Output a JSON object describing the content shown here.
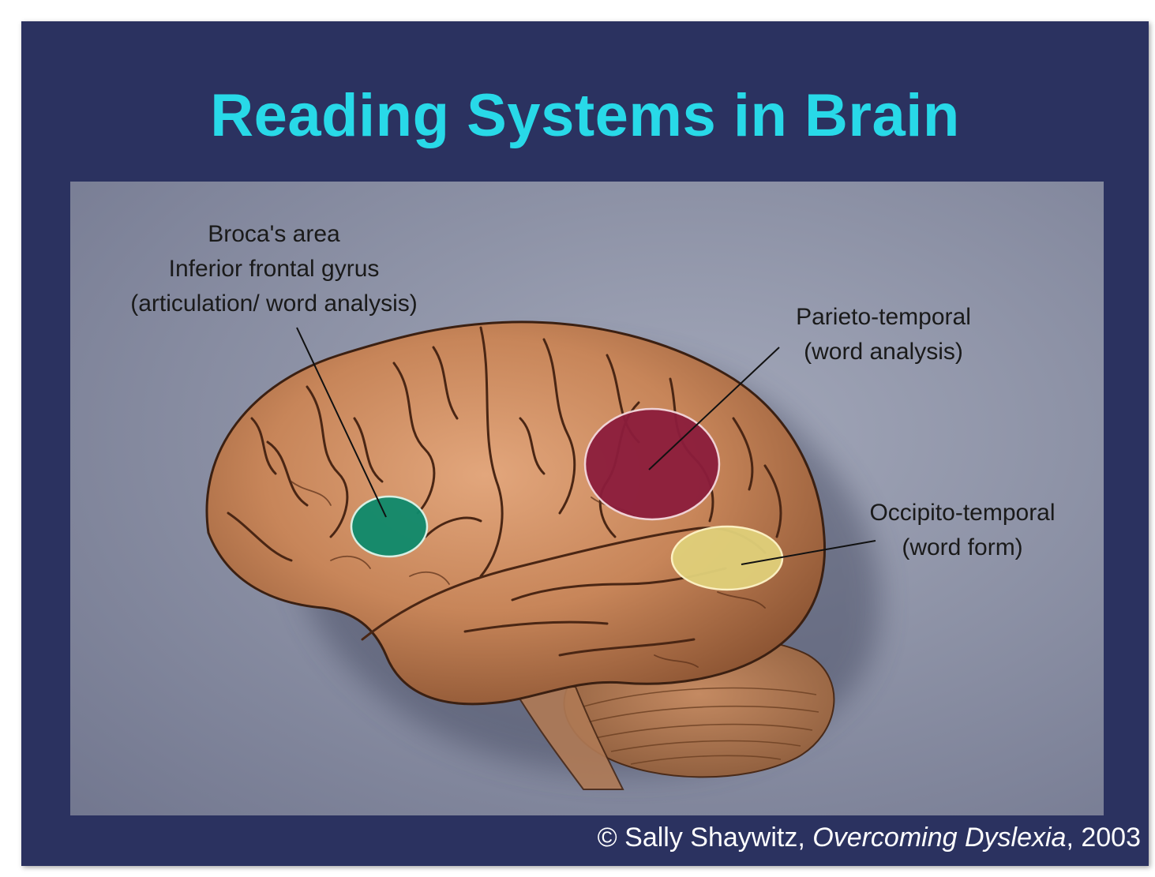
{
  "slide": {
    "title": "Reading Systems in Brain",
    "title_color": "#28d9e8",
    "background_color": "#2b3260"
  },
  "labels": {
    "broca": {
      "line1": "Broca's area",
      "line2": "Inferior frontal gyrus",
      "line3": "(articulation/ word analysis)"
    },
    "parieto": {
      "line1": "Parieto-temporal",
      "line2": "(word analysis)"
    },
    "occipito": {
      "line1": "Occipito-temporal",
      "line2": "(word form)"
    }
  },
  "regions": {
    "broca_color": "#0e8a6c",
    "parieto_color": "#8c1d3c",
    "occipito_color": "#e0d07a"
  },
  "credit": {
    "symbol": "©",
    "author": "Sally Shaywitz,",
    "book": "Overcoming Dyslexia",
    "year": ", 2003"
  }
}
